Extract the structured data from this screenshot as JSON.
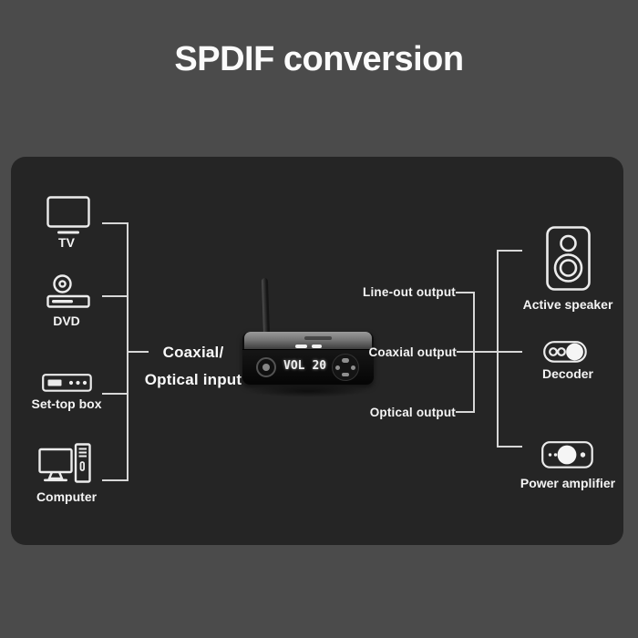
{
  "title": "SPDIF conversion",
  "colors": {
    "background": "#4b4b4b",
    "panel": "#252525",
    "connector_line": "#d7d7d7",
    "text": "#f4f4f4",
    "icon_stroke": "#ececec"
  },
  "panel": {
    "inputs": [
      {
        "label": "TV",
        "icon": "tv-icon"
      },
      {
        "label": "DVD",
        "icon": "dvd-player-icon"
      },
      {
        "label": "Set-top box",
        "icon": "set-top-box-icon"
      },
      {
        "label": "Computer",
        "icon": "computer-icon"
      }
    ],
    "input_caption": {
      "line1": "Coaxial/",
      "line2": "Optical input"
    },
    "device": {
      "display": {
        "vol_label": "VOL",
        "vol_value": "20"
      }
    },
    "output_ports": [
      {
        "label": "Line-out output"
      },
      {
        "label": "Coaxial output"
      },
      {
        "label": "Optical output"
      }
    ],
    "outputs": [
      {
        "label": "Active speaker",
        "icon": "speaker-icon"
      },
      {
        "label": "Decoder",
        "icon": "decoder-icon"
      },
      {
        "label": "Power amplifier",
        "icon": "power-amplifier-icon"
      }
    ]
  }
}
